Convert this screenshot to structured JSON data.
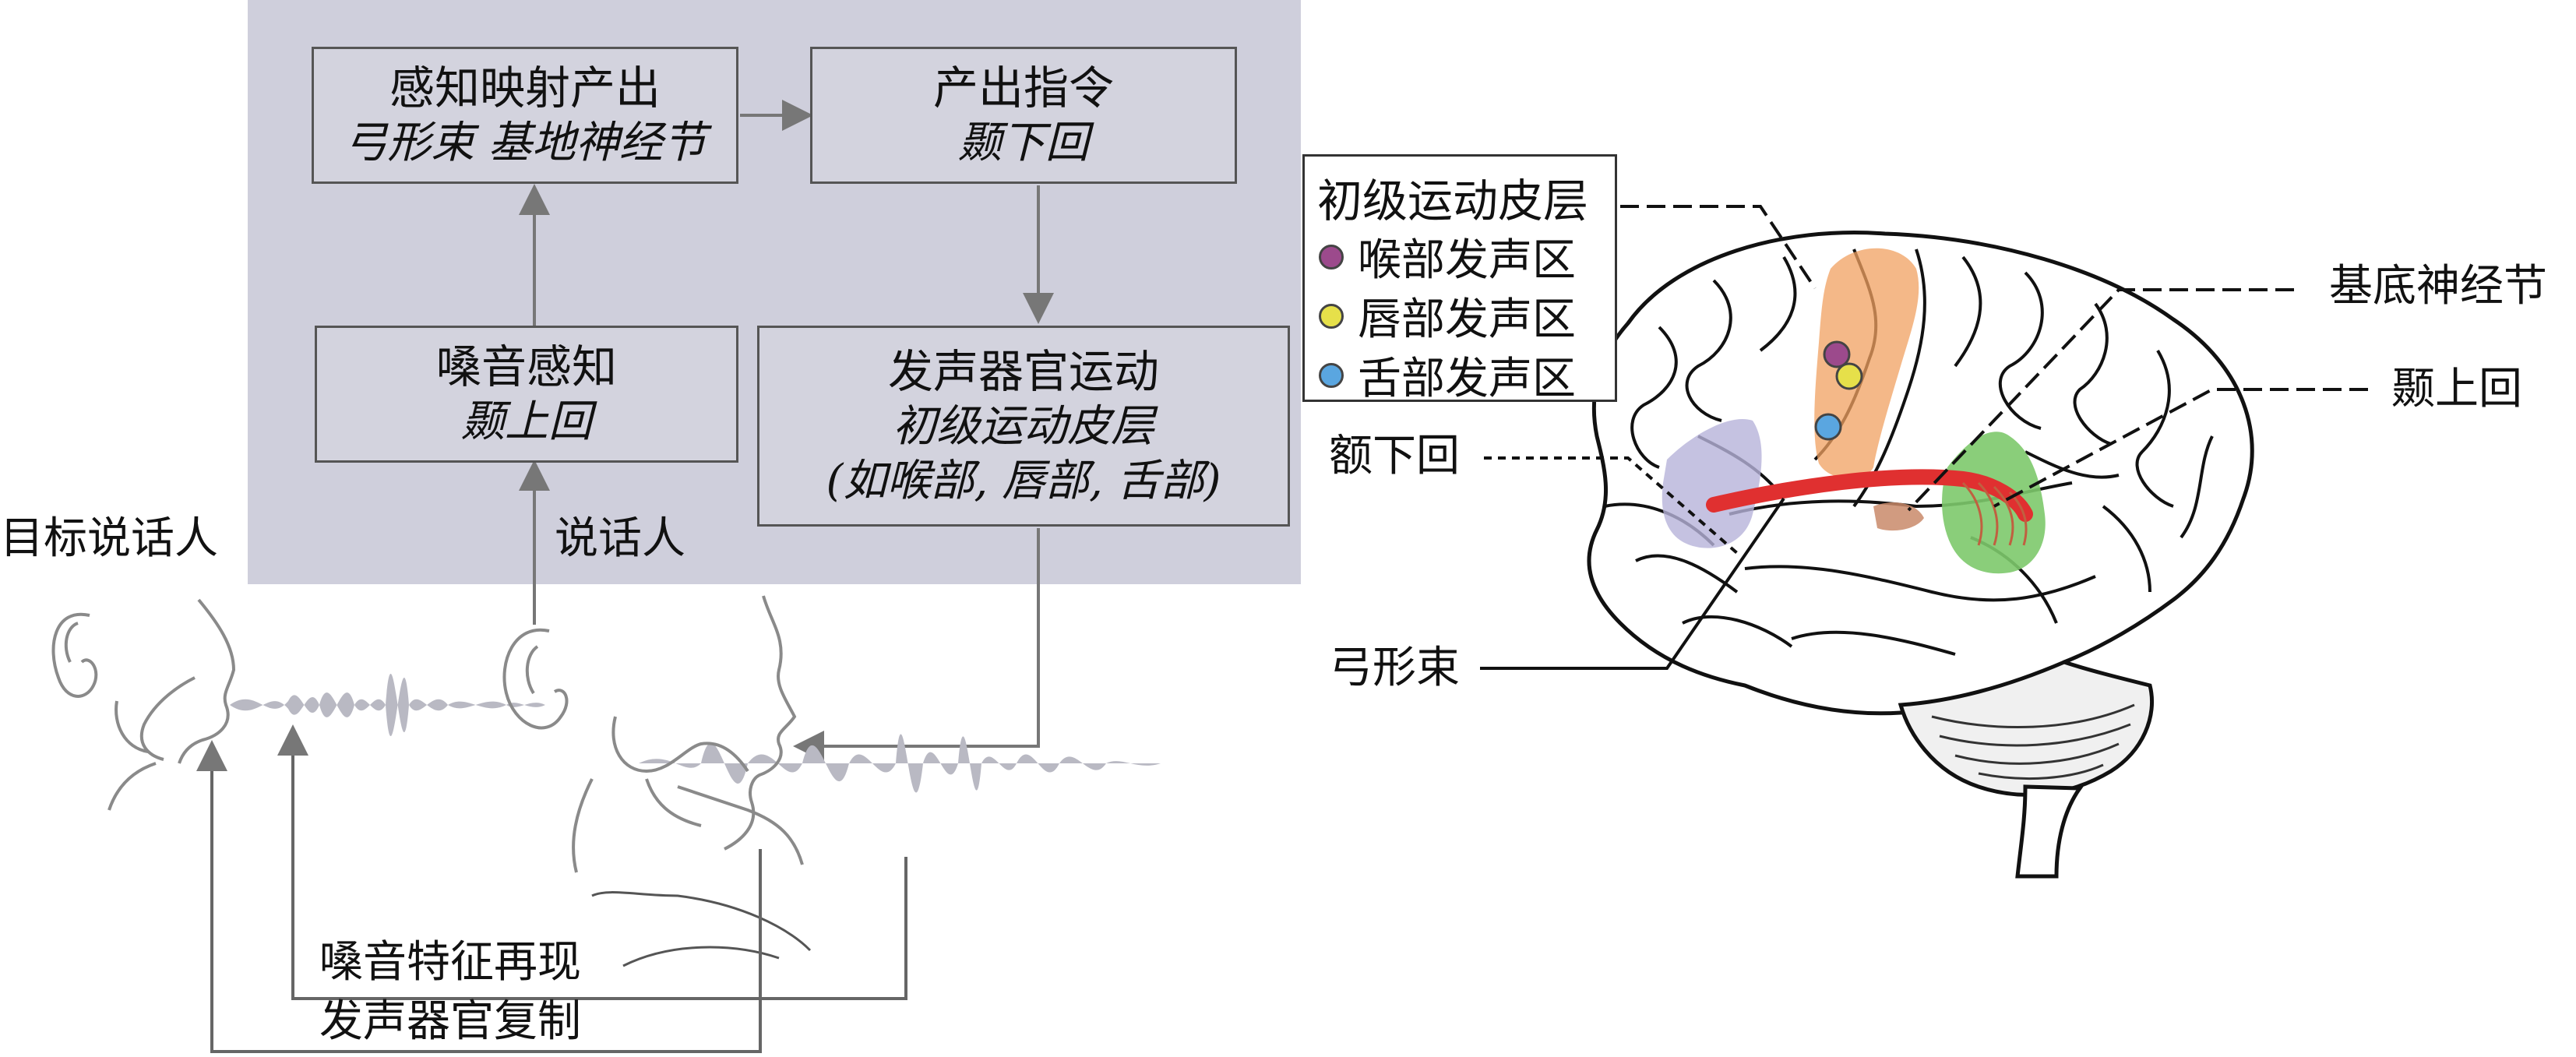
{
  "flow": {
    "box_mapping": {
      "title": "感知映射产出",
      "sub": "弓形束 基地神经节"
    },
    "box_command": {
      "title": "产出指令",
      "sub": "颞下回"
    },
    "box_noise": {
      "title": "嗓音感知",
      "sub": "颞上回"
    },
    "box_motor": {
      "title": "发声器官运动",
      "sub": "初级运动皮层",
      "sub2": "(如喉部, 唇部, 舌部)"
    }
  },
  "labels": {
    "target_speaker": "目标说话人",
    "speaker": "说话人",
    "reproduce_voice": "嗓音特征再现",
    "copy_organs": "发声器官复制"
  },
  "legend": {
    "title": "初级运动皮层",
    "items": [
      {
        "label": "喉部发声区",
        "color": "#9c4a8c"
      },
      {
        "label": "唇部发声区",
        "color": "#e6e04a"
      },
      {
        "label": "舌部发声区",
        "color": "#5aa6e0"
      }
    ]
  },
  "brain_labels": {
    "inferior_frontal": "额下回",
    "basal_ganglia": "基底神经节",
    "superior_temporal": "颞上回",
    "arcuate": "弓形束"
  }
}
